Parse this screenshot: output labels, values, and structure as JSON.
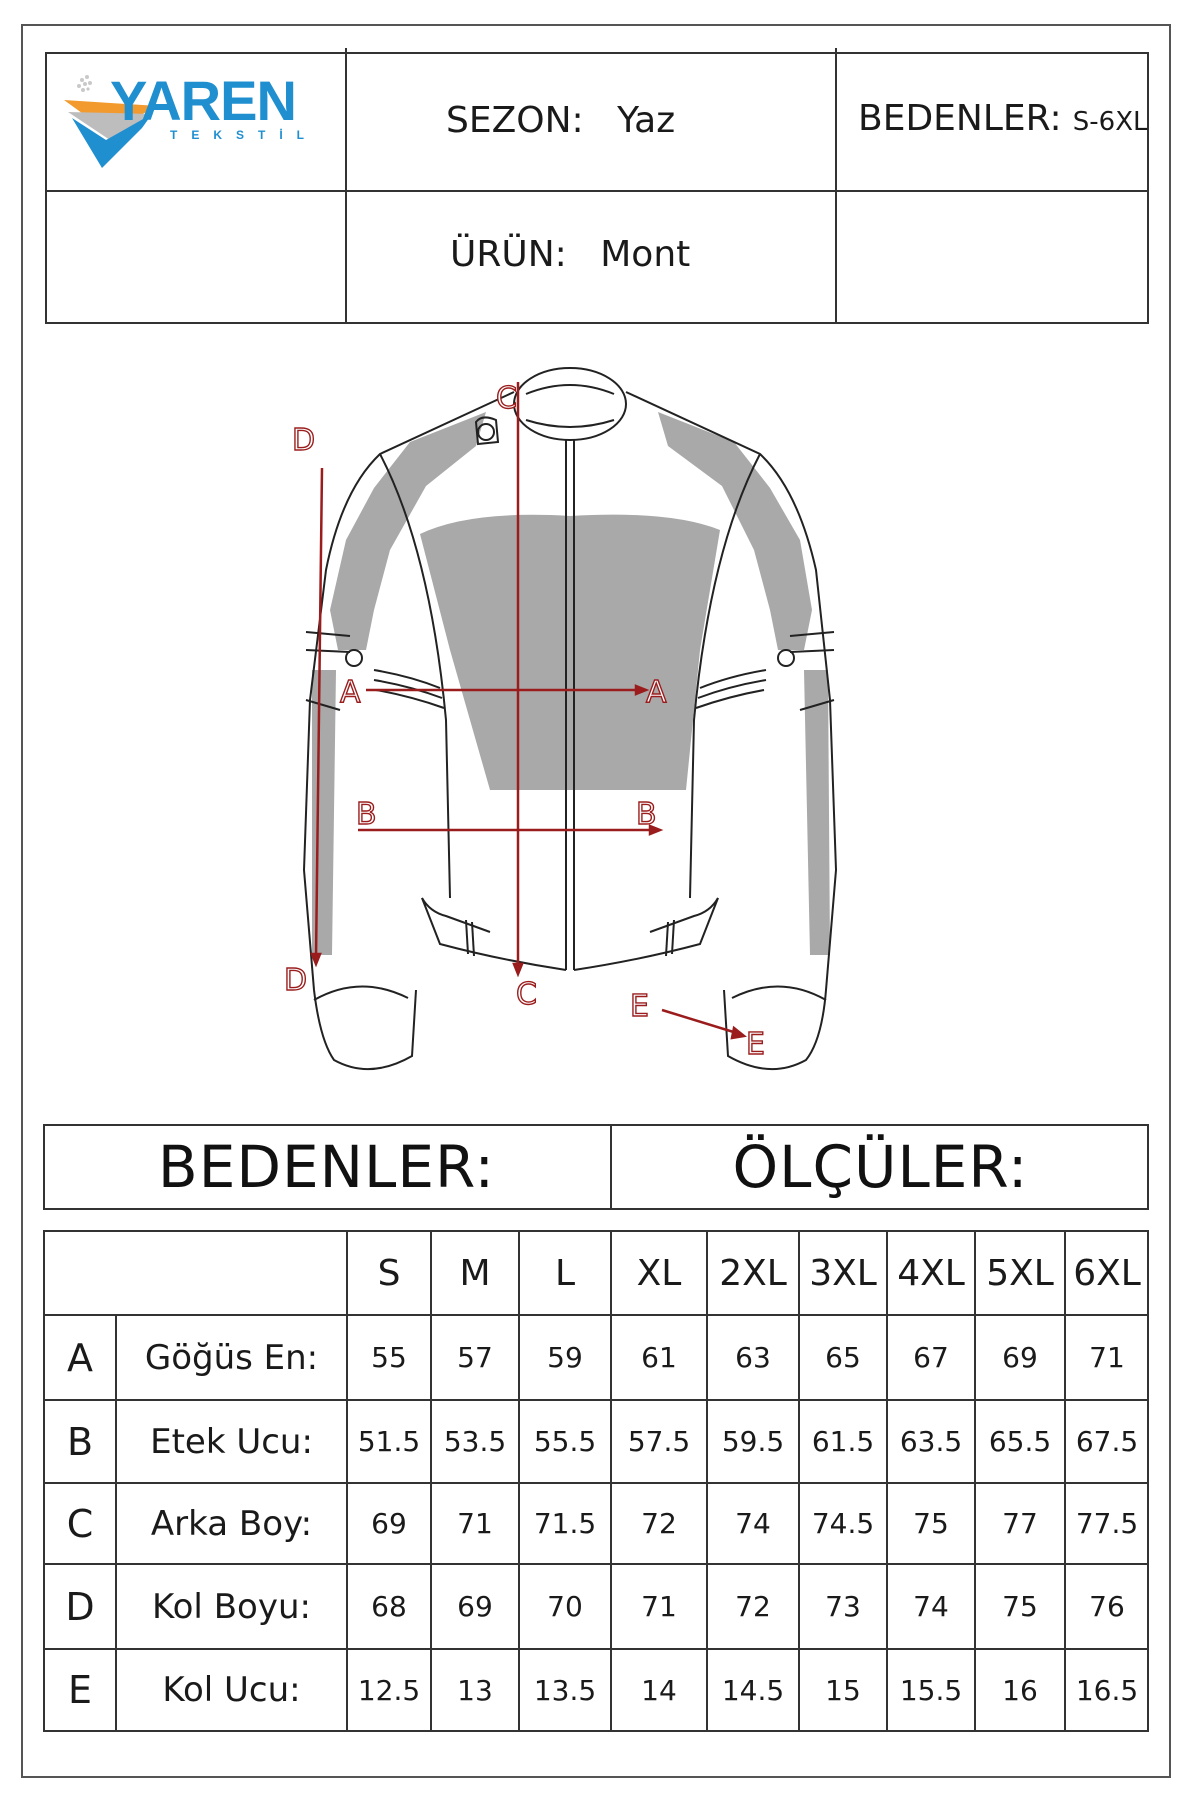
{
  "logo": {
    "brand": "YAREN",
    "sub": "TEKSTİL",
    "colors": {
      "blue": "#1f8fd0",
      "orange": "#f29a2e",
      "gray": "#b0b0b0"
    }
  },
  "header": {
    "season_label": "SEZON:",
    "season_value": "Yaz",
    "sizes_label": "BEDENLER:",
    "sizes_value": "S-6XL",
    "product_label": "ÜRÜN:",
    "product_value": "Mont"
  },
  "diagram": {
    "markers": [
      "A",
      "B",
      "C",
      "D",
      "E"
    ],
    "measure_color": "#9b1c1c",
    "panel_gray": "#a9a9a9"
  },
  "section": {
    "left_title": "BEDENLER:",
    "right_title": "ÖLÇÜLER:"
  },
  "size_table": {
    "sizes": [
      "S",
      "M",
      "L",
      "XL",
      "2XL",
      "3XL",
      "4XL",
      "5XL",
      "6XL"
    ],
    "rows": [
      {
        "letter": "A",
        "label": "Göğüs En:",
        "values": [
          "55",
          "57",
          "59",
          "61",
          "63",
          "65",
          "67",
          "69",
          "71"
        ]
      },
      {
        "letter": "B",
        "label": "Etek Ucu:",
        "values": [
          "51.5",
          "53.5",
          "55.5",
          "57.5",
          "59.5",
          "61.5",
          "63.5",
          "65.5",
          "67.5"
        ]
      },
      {
        "letter": "C",
        "label": "Arka Boy:",
        "values": [
          "69",
          "71",
          "71.5",
          "72",
          "74",
          "74.5",
          "75",
          "77",
          "77.5"
        ]
      },
      {
        "letter": "D",
        "label": "Kol Boyu:",
        "values": [
          "68",
          "69",
          "70",
          "71",
          "72",
          "73",
          "74",
          "75",
          "76"
        ]
      },
      {
        "letter": "E",
        "label": "Kol Ucu:",
        "values": [
          "12.5",
          "13",
          "13.5",
          "14",
          "14.5",
          "15",
          "15.5",
          "16",
          "16.5"
        ]
      }
    ]
  }
}
